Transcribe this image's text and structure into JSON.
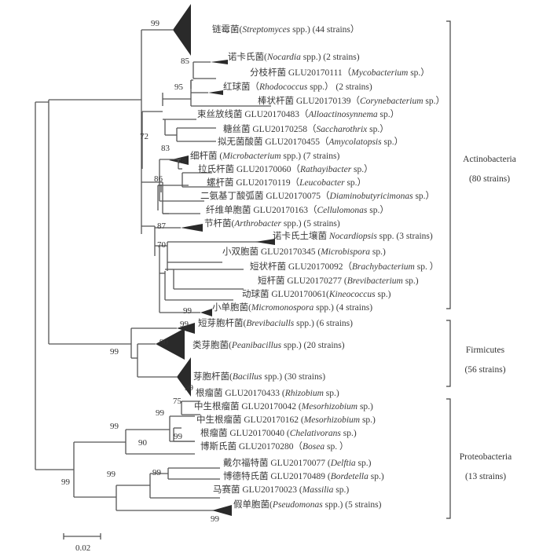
{
  "figure": {
    "type": "phylogenetic-tree",
    "scale_bar_label": "0.02",
    "line_color": "#555555",
    "clade_fill": "#2a2a2a"
  },
  "leaves": [
    {
      "cn": "链霉菌",
      "genus": "Streptomyces",
      "sfx": " spp.) (44 strains）",
      "open": "(",
      "collapsed": true
    },
    {
      "cn": "诺卡氏菌",
      "genus": "Nocardia",
      "sfx": " spp.) (2 strains)",
      "open": "(",
      "collapsed": true
    },
    {
      "cn": "分枝杆菌 GLU20170111",
      "genus": "Mycobacterium",
      "sfx": " sp.）",
      "open": "（"
    },
    {
      "cn": "红球菌",
      "genus": "Rhodococcus",
      "sfx": " spp.） (2 strains)",
      "open": "（",
      "collapsed": true
    },
    {
      "cn": "棒状杆菌 GLU20170139",
      "genus": "Corynebacterium",
      "sfx": " sp.）",
      "open": "（"
    },
    {
      "cn": "束丝放线菌 GLU20170483",
      "genus": "Alloactinosynnema",
      "sfx": " sp.）",
      "open": "（"
    },
    {
      "cn": "糖丝菌 GLU20170258",
      "genus": "Saccharothrix",
      "sfx": " sp.）",
      "open": "（"
    },
    {
      "cn": "拟无菌酸菌 GLU20170455",
      "genus": "Amycolatopsis",
      "sfx": " sp.）",
      "open": "（"
    },
    {
      "cn": "细杆菌",
      "genus": "Microbacterium",
      "sfx": " spp.) (7 strains)",
      "open": " (",
      "collapsed": true
    },
    {
      "cn": "拉氏杆菌 GLU20170060",
      "genus": "Rathayibacter",
      "sfx": " sp.）",
      "open": "（"
    },
    {
      "cn": "螺杆菌 GLU20170119",
      "genus": "Leucobacter",
      "sfx": " sp.）",
      "open": "（"
    },
    {
      "cn": "二氨基丁酸弧菌 GLU20170075",
      "genus": "Diaminobutyricimonas",
      "sfx": " sp.）",
      "open": "（"
    },
    {
      "cn": "纤维单胞菌 GLU20170163",
      "genus": "Cellulomonas",
      "sfx": " sp.）",
      "open": "（"
    },
    {
      "cn": "节杆菌",
      "genus": "Arthrobacter",
      "sfx": " spp.) (5 strains)",
      "open": "(",
      "collapsed": true
    },
    {
      "cn": "诺卡氏土壤菌 ",
      "genus": "Nocardiopsis",
      "sfx": " spp. (3 strains)",
      "open": "",
      "collapsed": true
    },
    {
      "cn": "小双胞菌 GLU20170345",
      "genus": "Microbispora",
      "sfx": " sp.)",
      "open": " ("
    },
    {
      "cn": "短状杆菌 GLU20170092",
      "genus": "Brachybacterium",
      "sfx": " sp. ）",
      "open": "（"
    },
    {
      "cn": "短杆菌 GLU20170277",
      "genus": "Brevibacterium",
      "sfx": " sp.)",
      "open": " ("
    },
    {
      "cn": "动球菌 GLU20170061",
      "genus": "Kineococcus",
      "sfx": " sp.)",
      "open": "("
    },
    {
      "cn": "小单胞菌",
      "genus": "Micromonospora",
      "sfx": " spp.) (4 strains)",
      "open": "(",
      "collapsed": true
    },
    {
      "cn": "短芽胞杆菌",
      "genus": "Brevibaciulls",
      "sfx": " spp.) (6 strains)",
      "open": "(",
      "collapsed": true
    },
    {
      "cn": "类芽胞菌",
      "genus": "Peanibacillus",
      "sfx": " spp.) (20 strains)",
      "open": "(",
      "collapsed": true
    },
    {
      "cn": "芽胞杆菌",
      "genus": "Bacillus",
      "sfx": " spp.) (30 strains)",
      "open": "(",
      "collapsed": true
    },
    {
      "cn": "根瘤菌 GLU20170433",
      "genus": "Rhizobium",
      "sfx": " sp.)",
      "open": " ("
    },
    {
      "cn": "中生根瘤菌 GLU20170042",
      "genus": "Mesorhizobium",
      "sfx": " sp.)",
      "open": " ("
    },
    {
      "cn": "中生根瘤菌 GLU20170162",
      "genus": "Mesorhizobium",
      "sfx": " sp.)",
      "open": " ("
    },
    {
      "cn": "根瘤菌 GLU20170040",
      "genus": "Chelativorans",
      "sfx": " sp.)",
      "open": " ("
    },
    {
      "cn": "博斯氏菌 GLU20170280",
      "genus": "Bosea",
      "sfx": " sp. ）",
      "open": "（"
    },
    {
      "cn": "戴尔福特菌 GLU20170077",
      "genus": "Delftia",
      "sfx": " sp.)",
      "open": " ("
    },
    {
      "cn": "博德特氏菌 GLU20170489",
      "genus": "Bordetella",
      "sfx": " sp.)",
      "open": " ("
    },
    {
      "cn": "马赛菌 GLU20170023",
      "genus": "Massilia",
      "sfx": " sp.)",
      "open": " ("
    },
    {
      "cn": "假单胞菌",
      "genus": "Pseudomonas",
      "sfx": " spp.) (5 strains)",
      "open": "(",
      "collapsed": true
    }
  ],
  "bootstrap": [
    "99",
    "85",
    "95",
    "72",
    "83",
    "78",
    "86",
    "87",
    "70",
    "99",
    "99",
    "90",
    "99",
    "99",
    "99",
    "75",
    "99",
    "99",
    "99",
    "90",
    "99",
    "99",
    "99"
  ],
  "groups": [
    {
      "name": "Actinobacteria",
      "count": "(80 strains)"
    },
    {
      "name": "Firmicutes",
      "count": "(56 strains)"
    },
    {
      "name": "Proteobacteria",
      "count": "(13 strains)"
    }
  ]
}
